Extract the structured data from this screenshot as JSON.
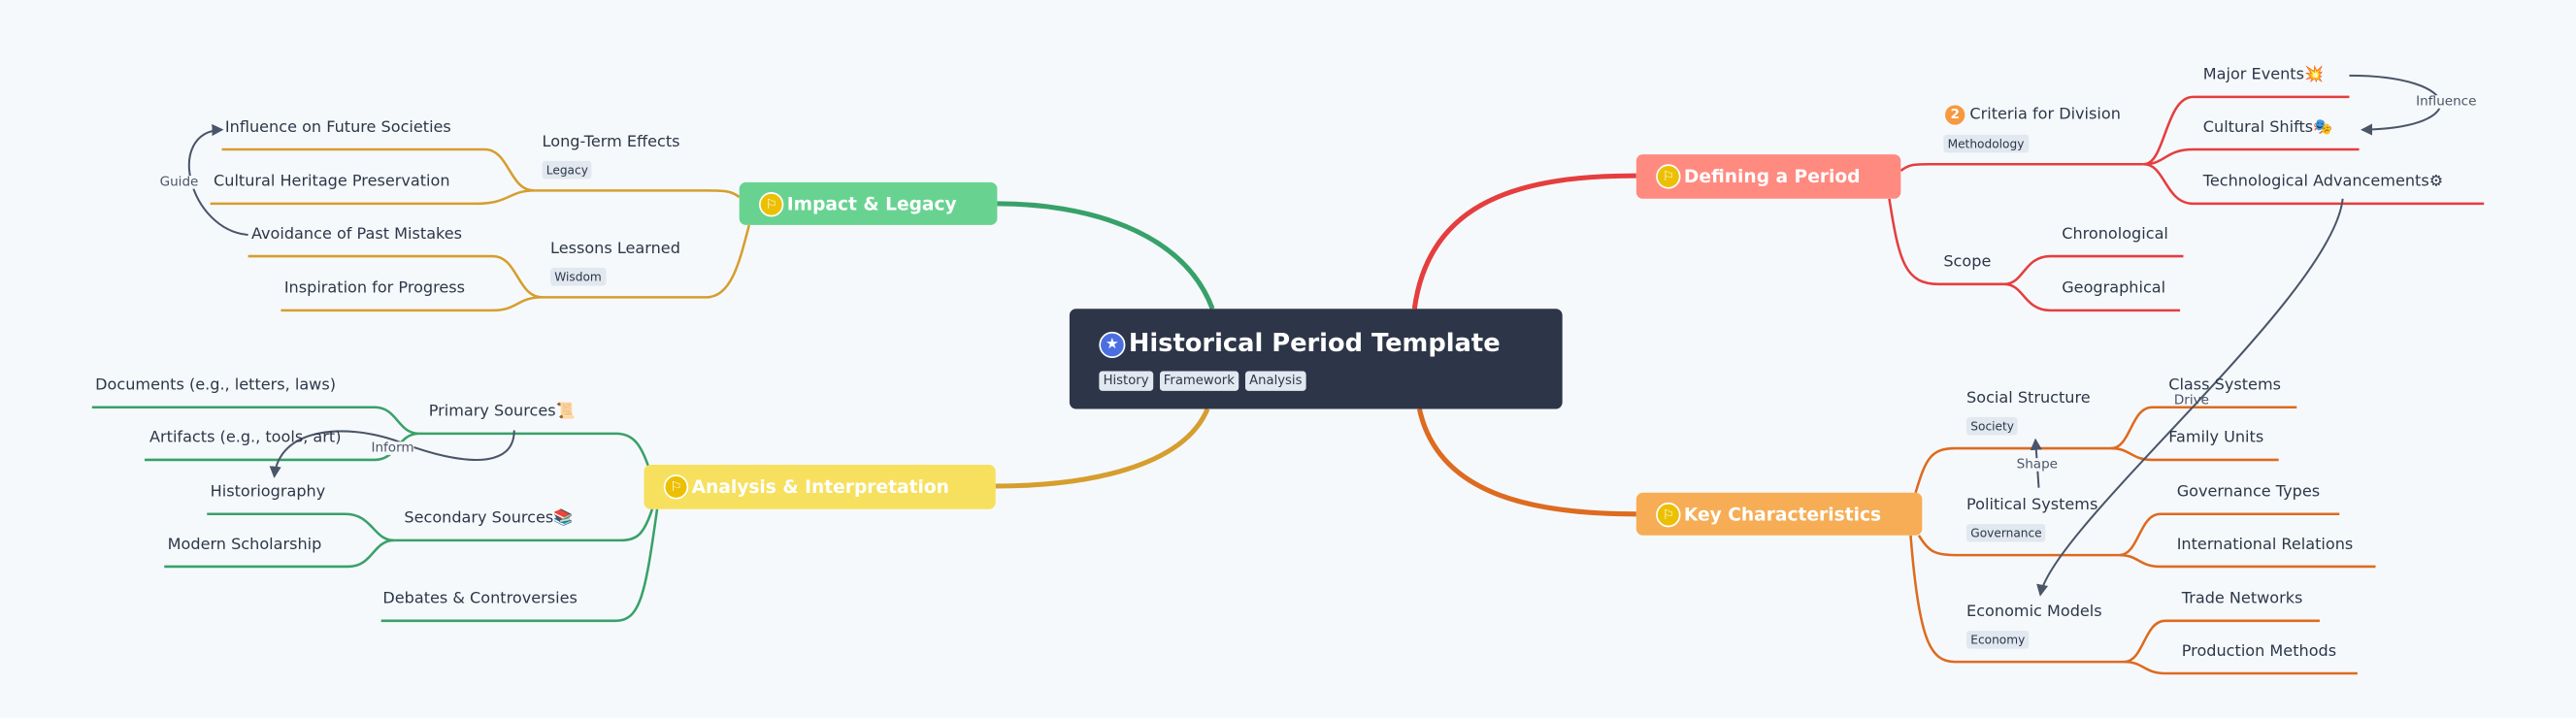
{
  "root": {
    "title": "Historical Period Template",
    "icon": "star-icon",
    "tags": [
      "History",
      "Framework",
      "Analysis"
    ],
    "color": "#2d3648"
  },
  "defining": {
    "label": "Defining a Period",
    "color": "#ff8a80",
    "line_color": "#e53e3e",
    "criteria": {
      "label": "Criteria for Division",
      "badge": "2",
      "tag": "Methodology",
      "children": [
        "Major Events💥",
        "Cultural Shifts🎭",
        "Technological Advancements⚙"
      ]
    },
    "scope": {
      "label": "Scope",
      "children": [
        "Chronological",
        "Geographical"
      ]
    }
  },
  "key": {
    "label": "Key Characteristics",
    "color": "#f6ad55",
    "line_color": "#dd6b20",
    "social": {
      "label": "Social Structure",
      "tag": "Society",
      "children": [
        "Class Systems",
        "Family Units"
      ]
    },
    "political": {
      "label": "Political Systems",
      "tag": "Governance",
      "children": [
        "Governance Types",
        "International Relations"
      ]
    },
    "economic": {
      "label": "Economic Models",
      "tag": "Economy",
      "children": [
        "Trade Networks",
        "Production Methods"
      ]
    }
  },
  "impact": {
    "label": "Impact & Legacy",
    "color": "#68d391",
    "line_color": "#38a169",
    "longterm": {
      "label": "Long-Term Effects",
      "tag": "Legacy",
      "children": [
        "Influence on Future Societies",
        "Cultural Heritage Preservation"
      ]
    },
    "lessons": {
      "label": "Lessons Learned",
      "tag": "Wisdom",
      "children": [
        "Avoidance of Past Mistakes",
        "Inspiration for Progress"
      ]
    }
  },
  "analysis": {
    "label": "Analysis & Interpretation",
    "color": "#f6e05e",
    "line_color": "#d69e2e",
    "primary": {
      "label": "Primary Sources📜",
      "children": [
        "Documents (e.g., letters, laws)",
        "Artifacts (e.g., tools, art)"
      ]
    },
    "secondary": {
      "label": "Secondary Sources📚",
      "children": [
        "Historiography",
        "Modern Scholarship"
      ]
    },
    "debates": {
      "label": "Debates & Controversies"
    }
  },
  "relations": {
    "influence": "Influence",
    "drive": "Drive",
    "shape": "Shape",
    "guide": "Guide",
    "inform": "Inform"
  }
}
